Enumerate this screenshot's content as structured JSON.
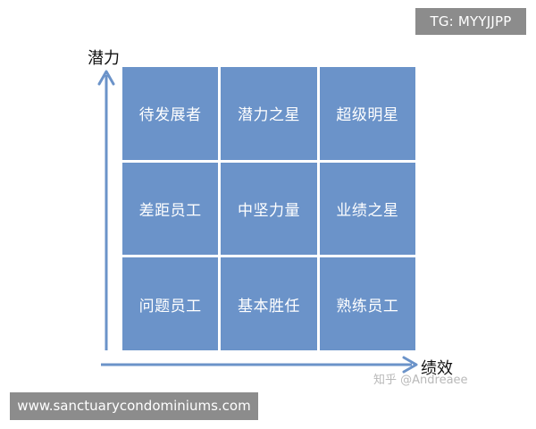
{
  "tag": "TG: MYYJJPP",
  "axes": {
    "y_label": "潜力",
    "x_label": "绩效",
    "color": "#6b93c9"
  },
  "grid": {
    "cell_color": "#6b93c9",
    "rows": [
      [
        "待发展者",
        "潜力之星",
        "超级明星"
      ],
      [
        "差距员工",
        "中坚力量",
        "业绩之星"
      ],
      [
        "问题员工",
        "基本胜任",
        "熟练员工"
      ]
    ]
  },
  "watermark": "知乎 @Andreaee",
  "footer_url": "www.sanctuarycondominiums.com"
}
